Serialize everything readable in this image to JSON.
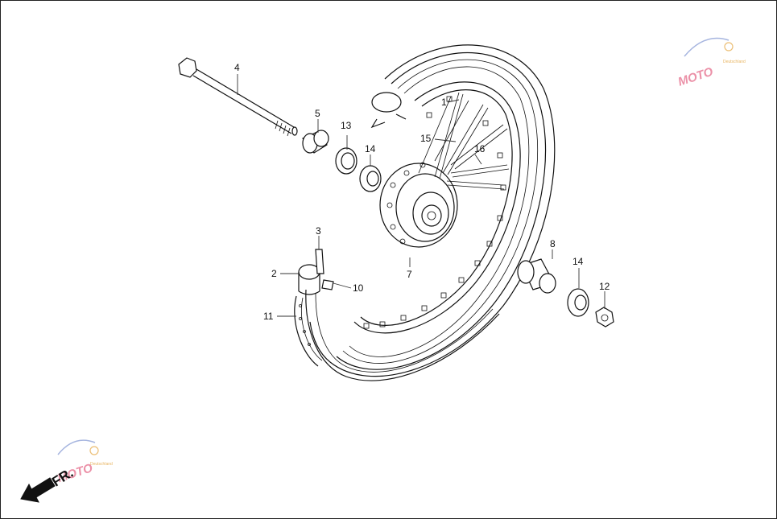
{
  "callouts": {
    "c1": "1",
    "c2": "2",
    "c3": "3",
    "c4": "4",
    "c5": "5",
    "c7": "7",
    "c8": "8",
    "c10": "10",
    "c11": "11",
    "c12": "12",
    "c13": "13",
    "c14a": "14",
    "c14b": "14",
    "c15": "15",
    "c16": "16"
  },
  "direction": {
    "label": "FR."
  },
  "watermark": {
    "brand": "MOTO",
    "tagline": "Deutschland"
  },
  "colors": {
    "ink": "#111111",
    "watermark": "#e56b8a",
    "watermark_accent": "#e2a23a",
    "watermark_blue": "#6a83c9"
  }
}
